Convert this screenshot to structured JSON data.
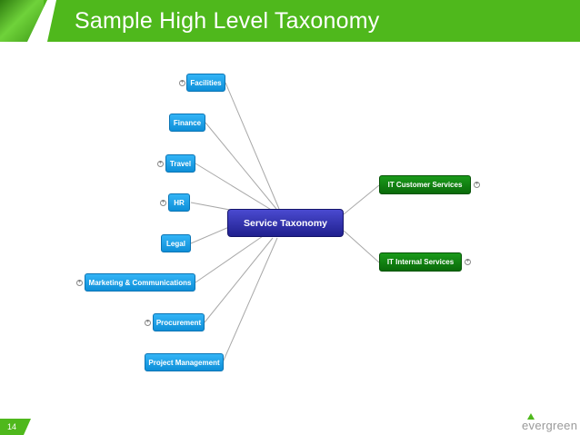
{
  "slide": {
    "title": "Sample High Level Taxonomy",
    "page_number": "14",
    "brand": "evergreen"
  },
  "colors": {
    "header_green": "#4fb81c",
    "node_blue": "#1fa3ec",
    "node_green": "#0a7a0a",
    "center_node": "#2e2eaa"
  },
  "diagram": {
    "center": {
      "label": "Service Taxonomy"
    },
    "left_nodes": [
      {
        "label": "Facilities",
        "expandable": true
      },
      {
        "label": "Finance",
        "expandable": false
      },
      {
        "label": "Travel",
        "expandable": true
      },
      {
        "label": "HR",
        "expandable": true
      },
      {
        "label": "Legal",
        "expandable": false
      },
      {
        "label": "Marketing & Communications",
        "expandable": true
      },
      {
        "label": "Procurement",
        "expandable": true
      },
      {
        "label": "Project Management",
        "expandable": false
      }
    ],
    "right_nodes": [
      {
        "label": "IT Customer Services",
        "expandable": true
      },
      {
        "label": "IT Internal Services",
        "expandable": true
      }
    ]
  }
}
